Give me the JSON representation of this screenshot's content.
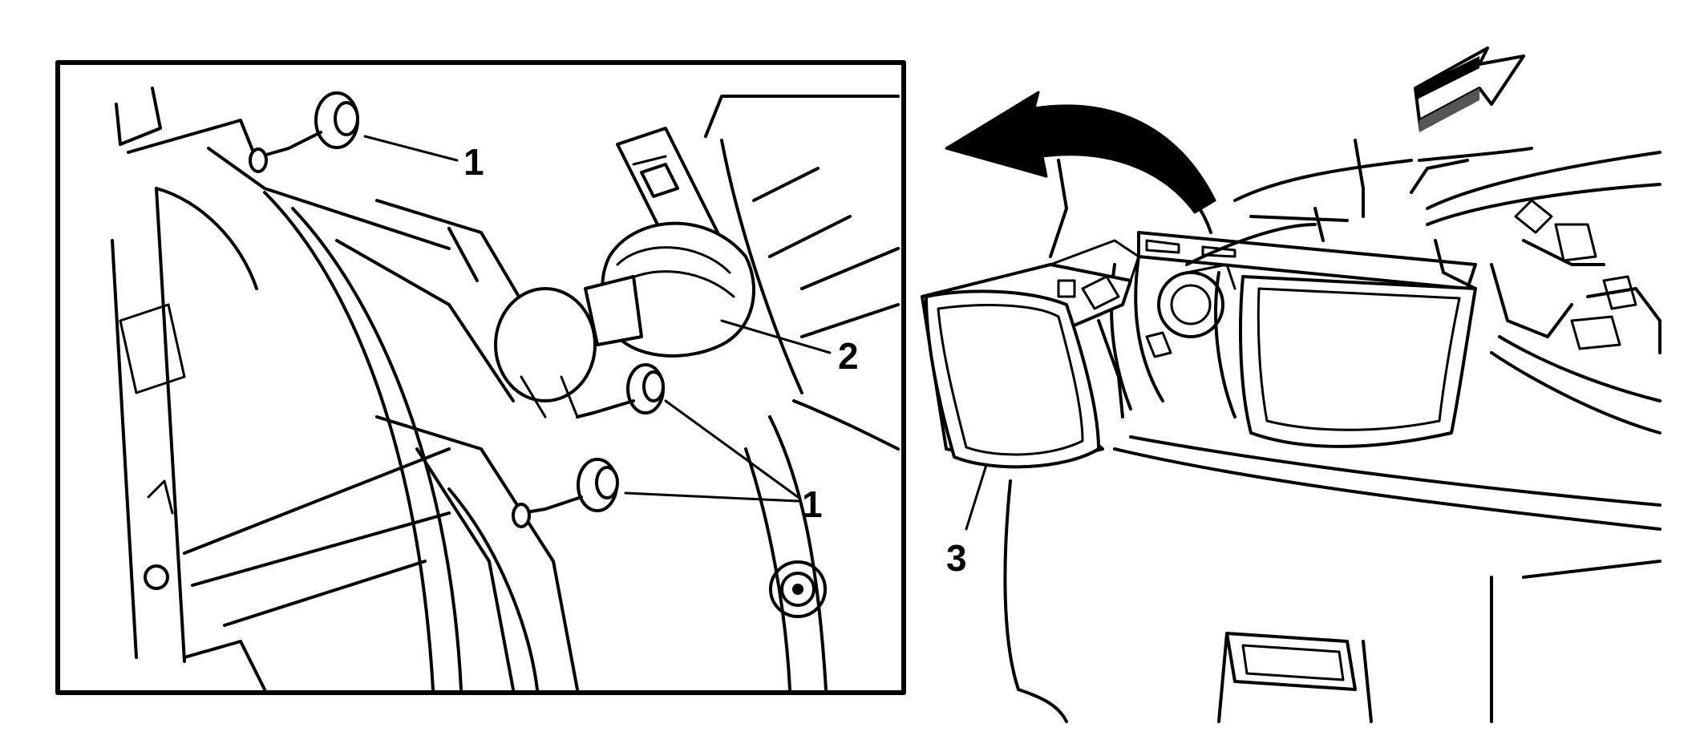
{
  "callouts": {
    "c1_top": "1",
    "c2": "2",
    "c1_bottom": "1",
    "c3": "3"
  },
  "icons": {
    "rotate_arrow": "curved-arrow-left",
    "forward_arrow": "block-arrow-up-right"
  },
  "colors": {
    "ink": "#000000",
    "paper": "#ffffff"
  }
}
